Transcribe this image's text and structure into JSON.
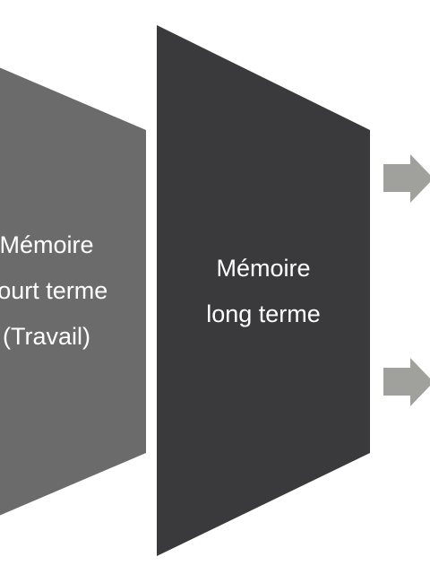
{
  "colors": {
    "background": "#ffffff",
    "short_term_fill": "#6b6b6b",
    "long_term_fill": "#3a3a3c",
    "arrow_fill": "#a0a09d",
    "text": "#ffffff"
  },
  "short_term": {
    "line1": "Mémoire",
    "line2": "court terme",
    "line3": "(Travail)"
  },
  "long_term": {
    "line1": "Mémoire",
    "line2": "long terme"
  },
  "arrows": [
    {
      "name": "upper-output-arrow",
      "icon": "arrow-right-icon"
    },
    {
      "name": "lower-output-arrow",
      "icon": "arrow-right-icon"
    }
  ]
}
